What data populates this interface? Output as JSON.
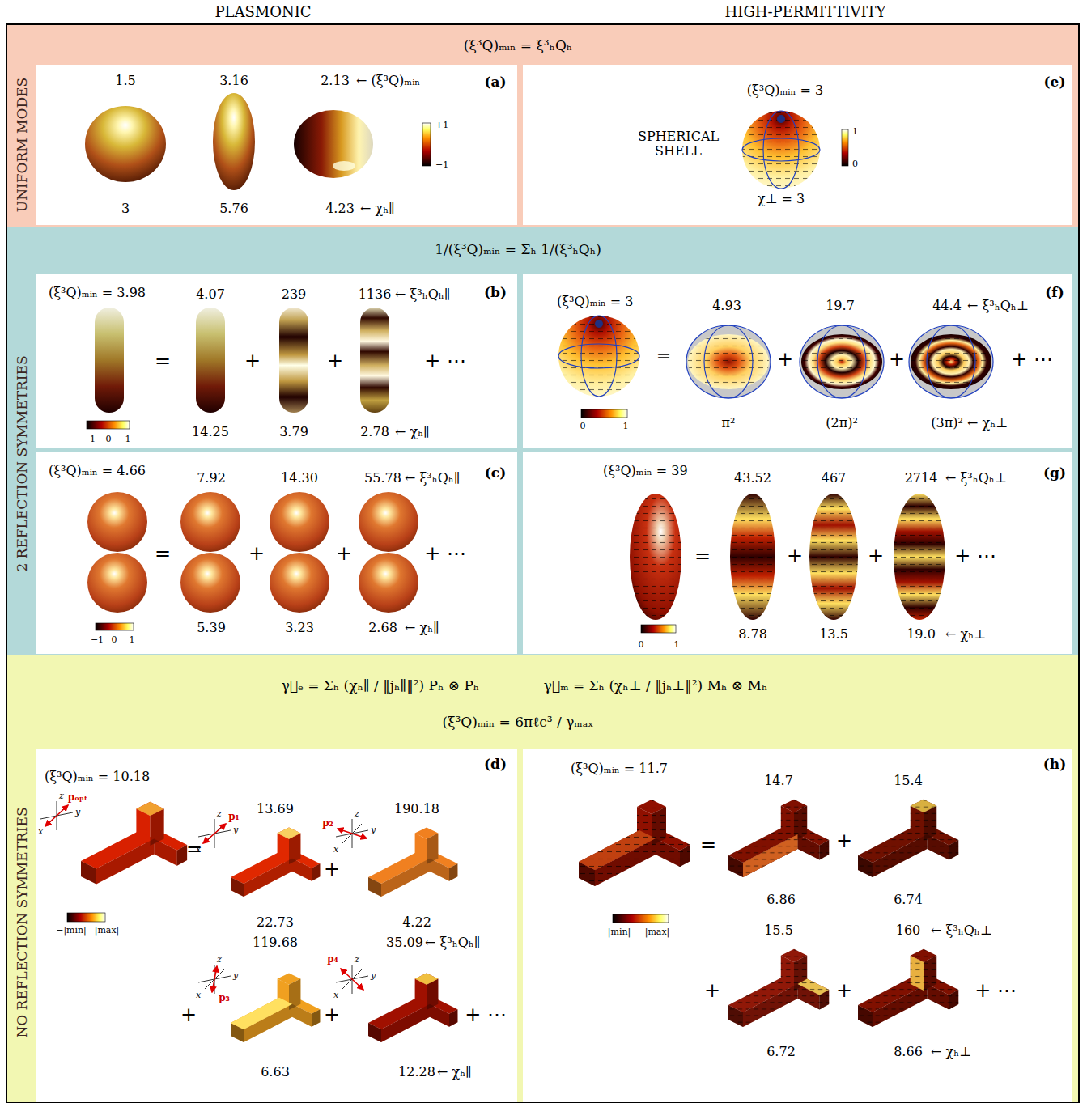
{
  "diagram": {
    "nodes": [
      {
        "text": [
          "UNIFORM MODES"
        ]
      },
      {
        "text": [
          "(ξ³Q)ₘᵢₙ = ξ³ₕQₕ"
        ],
        "in": 0
      },
      {
        "text": [
          "(a)",
          "1.5",
          "3.16",
          "2.13",
          "← (ξ³Q)ₘᵢₙ",
          "3",
          "5.76",
          "4.23",
          "← χₕ∥",
          "+1",
          "−1"
        ],
        "in": 0
      },
      {
        "text": [
          "(e)",
          "(ξ³Q)ₘᵢₙ = 3",
          "SPHERICAL SHELL",
          "1",
          "0",
          "χ⊥ = 3"
        ],
        "in": 0
      },
      {
        "text": [
          "2 REFLECTION SYMMETRIES"
        ]
      },
      {
        "text": [
          "1/(ξ³Q)ₘᵢₙ = Σₕ 1/(ξ³ₕQₕ)"
        ],
        "in": 4
      },
      {
        "text": [
          "(b)",
          "(ξ³Q)ₘᵢₙ = 3.98",
          "4.07",
          "239",
          "1136",
          "← ξ³ₕQₕ∥",
          "=",
          "+",
          "+",
          "+ ⋯",
          "−1",
          "0",
          "1",
          "14.25",
          "3.79",
          "2.78",
          "← χₕ∥"
        ],
        "in": 4
      },
      {
        "text": [
          "(f)",
          "(ξ³Q)ₘᵢₙ = 3",
          "4.93",
          "19.7",
          "44.4",
          "← ξ³ₕQₕ⊥",
          "=",
          "+",
          "+",
          "+ ⋯",
          "0",
          "1",
          "π²",
          "(2π)²",
          "(3π)²",
          "← χₕ⊥"
        ],
        "in": 4
      },
      {
        "text": [
          "(c)",
          "(ξ³Q)ₘᵢₙ = 4.66",
          "7.92",
          "14.30",
          "55.78",
          "← ξ³ₕQₕ∥",
          "=",
          "+",
          "+",
          "+ ⋯",
          "−1",
          "0",
          "1",
          "5.39",
          "3.23",
          "2.68",
          "← χₕ∥"
        ],
        "in": 4
      },
      {
        "text": [
          "(g)",
          "(ξ³Q)ₘᵢₙ = 39",
          "43.52",
          "467",
          "2714",
          "← ξ³ₕQₕ⊥",
          "=",
          "+",
          "+",
          "+ ⋯",
          "0",
          "1",
          "8.78",
          "13.5",
          "19.0",
          "← χₕ⊥"
        ],
        "in": 4
      },
      {
        "text": [
          "NO REFLECTION SYMMETRIES"
        ]
      },
      {
        "text": [
          "γ⃡ₑ = Σₕ (χₕ∥ / ‖jₕ∥‖²) Pₕ ⊗ Pₕ",
          "γ⃡ₘ = Σₕ (χₕ⊥ / ‖jₕ⊥‖²) Mₕ ⊗ Mₕ",
          "(ξ³Q)ₘᵢₙ = 6πℓc³ / γₘₐₓ"
        ],
        "in": 10
      },
      {
        "text": [
          "(d)",
          "(ξ³Q)ₘᵢₙ = 10.18",
          "13.69",
          "190.18",
          "=",
          "+",
          "22.73",
          "4.22",
          "119.68",
          "35.09",
          "← ξ³ₕQₕ∥",
          "+",
          "+",
          "+ ⋯",
          "6.63",
          "12.28",
          "← χₕ∥",
          "−|min|",
          "|max|",
          "z",
          "y",
          "x",
          "pₒₚₜ",
          "z",
          "y",
          "x",
          "p₁",
          "z",
          "y",
          "x",
          "p₂",
          "z",
          "y",
          "x",
          "p₃",
          "z",
          "y",
          "x",
          "p₄"
        ],
        "in": 10
      },
      {
        "text": [
          "(h)",
          "(ξ³Q)ₘᵢₙ = 11.7",
          "14.7",
          "15.4",
          "=",
          "+",
          "6.86",
          "6.74",
          "15.5",
          "160",
          "← ξ³ₕQₕ⊥",
          "+",
          "+",
          "+ ⋯",
          "6.72",
          "8.66",
          "← χₕ⊥",
          "|min|",
          "|max|"
        ],
        "in": 10
      }
    ],
    "labels": [
      "PLASMONIC",
      "HIGH-PERMITTIVITY"
    ]
  }
}
